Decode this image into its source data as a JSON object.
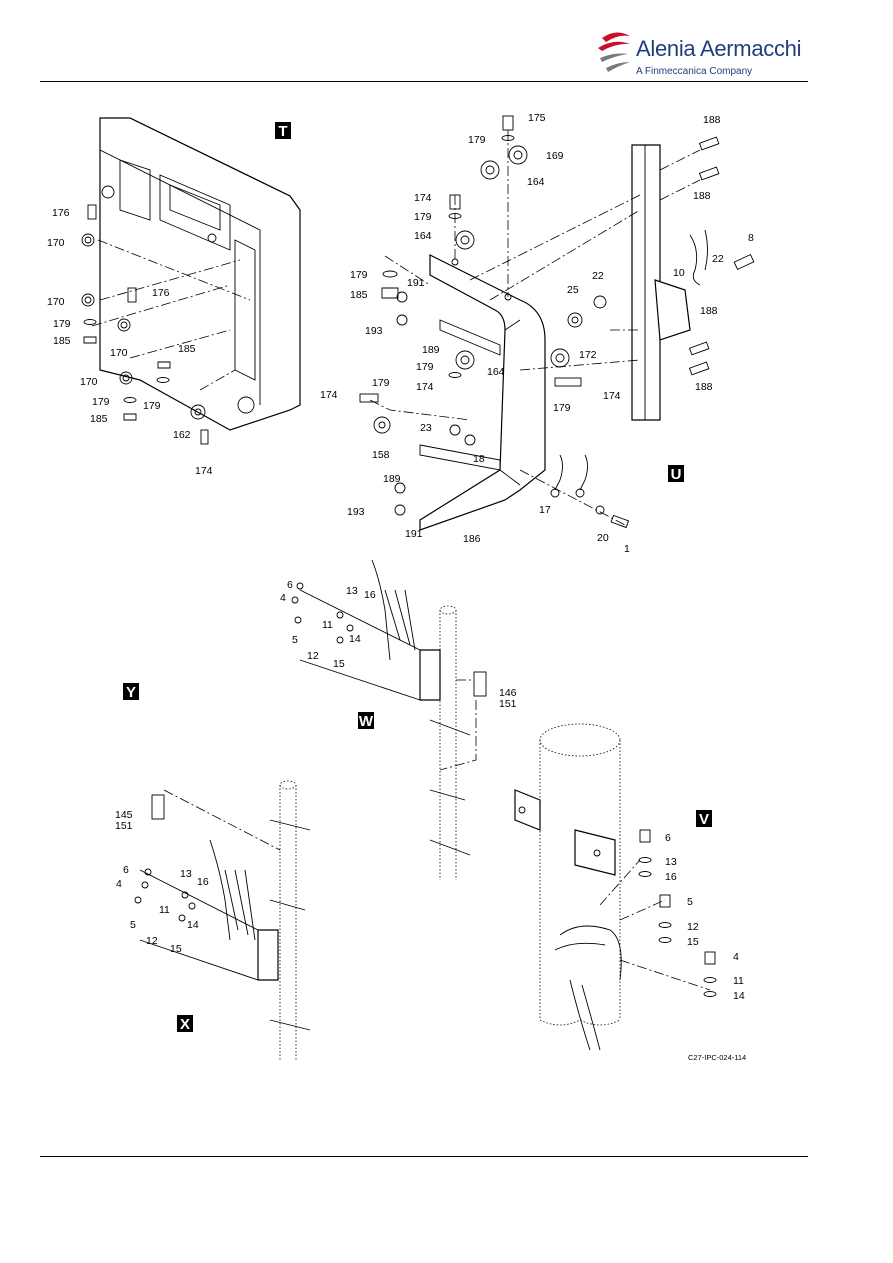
{
  "header": {
    "brand_name": "Alenia Aermacchi",
    "brand_tagline": "A Finmeccanica Company"
  },
  "views": {
    "T": "T",
    "U": "U",
    "W": "W",
    "Y": "Y",
    "X": "X",
    "V": "V"
  },
  "figure_reference": "C27-IPC-024-114",
  "callouts": [
    "175",
    "179",
    "169",
    "164",
    "174",
    "179",
    "164",
    "188",
    "188",
    "8",
    "22",
    "10",
    "179",
    "185",
    "191",
    "193",
    "189",
    "25",
    "22",
    "188",
    "172",
    "179",
    "164",
    "174",
    "174",
    "179",
    "179",
    "158",
    "23",
    "18",
    "174",
    "188",
    "189",
    "193",
    "191",
    "186",
    "17",
    "20",
    "1",
    "176",
    "170",
    "170",
    "176",
    "179",
    "185",
    "170",
    "185",
    "170",
    "179",
    "179",
    "185",
    "162",
    "174",
    "6",
    "4",
    "13",
    "16",
    "11",
    "14",
    "5",
    "12",
    "15",
    "146",
    "151",
    "145",
    "151",
    "6",
    "4",
    "13",
    "16",
    "11",
    "14",
    "5",
    "12",
    "15",
    "6",
    "13",
    "16",
    "5",
    "12",
    "15",
    "4",
    "11",
    "14"
  ]
}
